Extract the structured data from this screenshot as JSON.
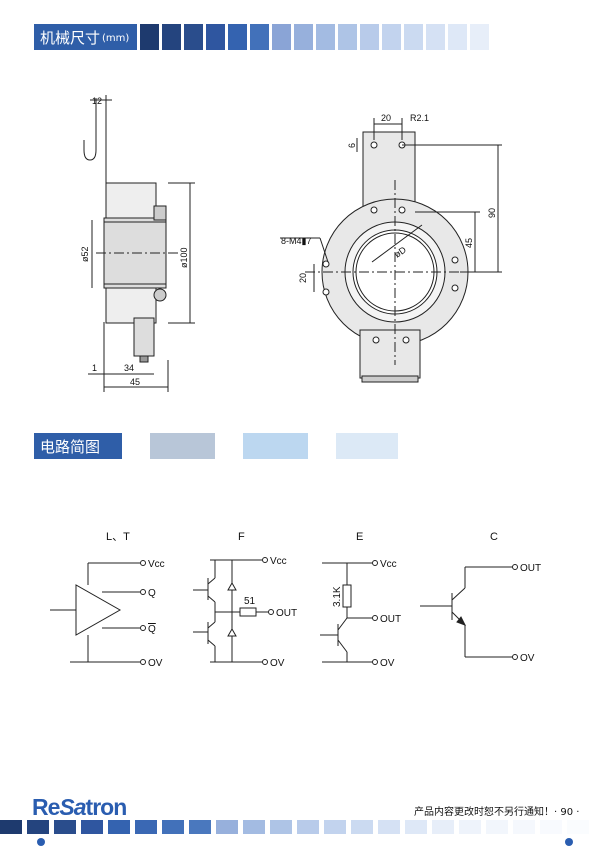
{
  "section1": {
    "title": "机械尺寸",
    "unit": "(mm)"
  },
  "section2": {
    "title": "电路简图"
  },
  "dims_side": {
    "d12": "12",
    "d52": "ø52",
    "d100": "ø100",
    "d1": "1",
    "d34": "34",
    "d45": "45"
  },
  "dims_front": {
    "d20": "20",
    "r21": "R2.1",
    "d6": "6",
    "d90": "90",
    "d45": "45",
    "m4": "8-M4▮7",
    "d20b": "20",
    "od": "øD"
  },
  "circuits": {
    "lt": {
      "title": "L、T",
      "vcc": "Vcc",
      "q": "Q",
      "qbar": "Q",
      "ov": "OV"
    },
    "f": {
      "title": "F",
      "vcc": "Vcc",
      "r": "51",
      "out": "OUT",
      "ov": "OV"
    },
    "e": {
      "title": "E",
      "vcc": "Vcc",
      "r": "3.1K",
      "out": "OUT",
      "ov": "OV"
    },
    "c": {
      "title": "C",
      "out": "OUT",
      "ov": "OV"
    }
  },
  "footer": {
    "logo_re": "Re",
    "logo_sa": "Sa",
    "logo_tron": "tron",
    "notice": "产品内容更改时恕不另行通知！· 90 ·"
  },
  "colors": {
    "brand_blue": "#2f5ea8",
    "dark_navy": "#1e3a6e"
  }
}
